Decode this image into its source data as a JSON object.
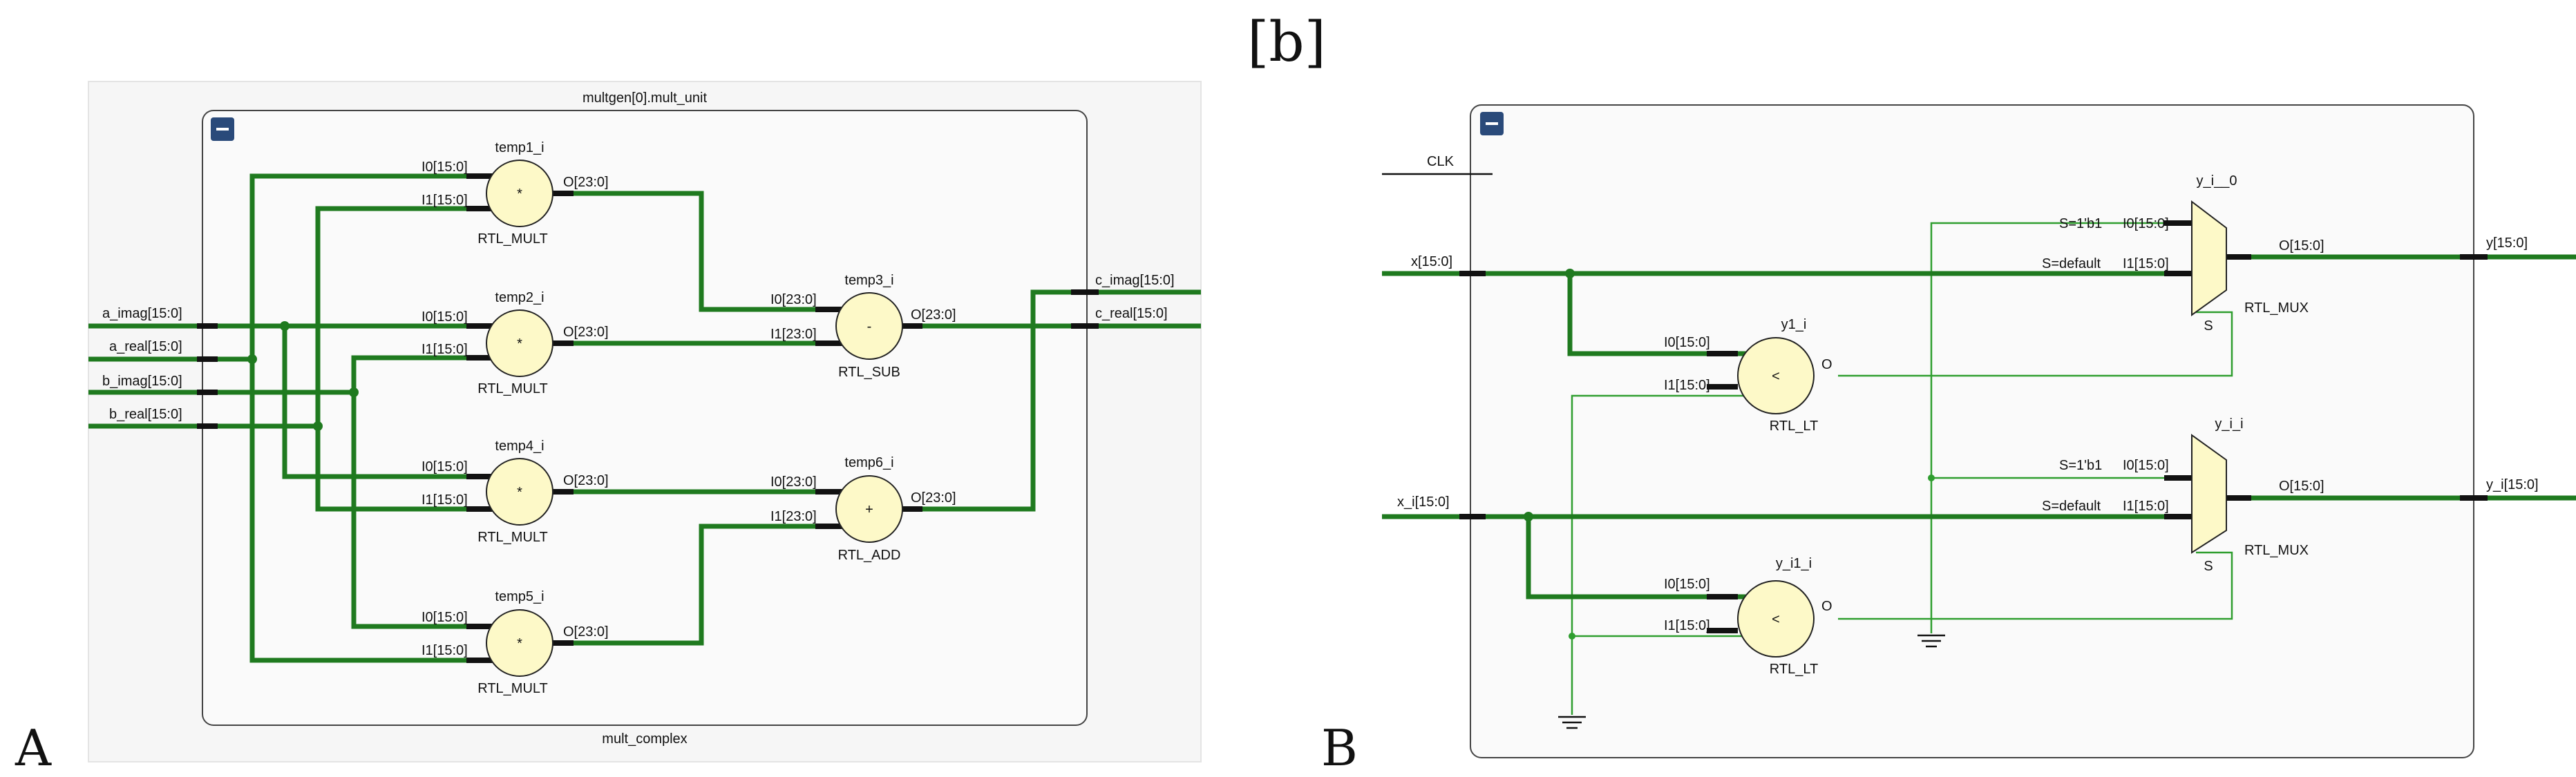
{
  "figure_title": "[b]",
  "panel_a": {
    "panel_label": "A",
    "outer_title": "multgen[0].mult_unit",
    "inner_title": "mult_complex",
    "collapse_icon": "minus-icon",
    "inputs": [
      "a_imag[15:0]",
      "a_real[15:0]",
      "b_imag[15:0]",
      "b_real[15:0]"
    ],
    "outputs": [
      "c_imag[15:0]",
      "c_real[15:0]"
    ],
    "mult_cells": [
      {
        "name": "temp1_i",
        "type": "RTL_MULT",
        "op": "*",
        "in0": "I0[15:0]",
        "in1": "I1[15:0]",
        "out": "O[23:0]"
      },
      {
        "name": "temp2_i",
        "type": "RTL_MULT",
        "op": "*",
        "in0": "I0[15:0]",
        "in1": "I1[15:0]",
        "out": "O[23:0]"
      },
      {
        "name": "temp4_i",
        "type": "RTL_MULT",
        "op": "*",
        "in0": "I0[15:0]",
        "in1": "I1[15:0]",
        "out": "O[23:0]"
      },
      {
        "name": "temp5_i",
        "type": "RTL_MULT",
        "op": "*",
        "in0": "I0[15:0]",
        "in1": "I1[15:0]",
        "out": "O[23:0]"
      }
    ],
    "sub_cell": {
      "name": "temp3_i",
      "type": "RTL_SUB",
      "op": "-",
      "in0": "I0[23:0]",
      "in1": "I1[23:0]",
      "out": "O[23:0]"
    },
    "add_cell": {
      "name": "temp6_i",
      "type": "RTL_ADD",
      "op": "+",
      "in0": "I0[23:0]",
      "in1": "I1[23:0]",
      "out": "O[23:0]"
    }
  },
  "panel_b": {
    "panel_label": "B",
    "collapse_icon": "minus-icon",
    "clk": "CLK",
    "inputs": [
      "x[15:0]",
      "x_i[15:0]"
    ],
    "outputs": [
      "y[15:0]",
      "y_i[15:0]"
    ],
    "lt_cells": [
      {
        "name": "y1_i",
        "type": "RTL_LT",
        "op": "<",
        "in0": "I0[15:0]",
        "in1": "I1[15:0]",
        "out": "O"
      },
      {
        "name": "y_i1_i",
        "type": "RTL_LT",
        "op": "<",
        "in0": "I0[15:0]",
        "in1": "I1[15:0]",
        "out": "O"
      }
    ],
    "mux_cells": [
      {
        "name": "y_i__0",
        "type": "RTL_MUX",
        "sel0": "S=1'b1",
        "sel1": "S=default",
        "in0": "I0[15:0]",
        "in1": "I1[15:0]",
        "out": "O[15:0]",
        "s": "S"
      },
      {
        "name": "y_i_i",
        "type": "RTL_MUX",
        "sel0": "S=1'b1",
        "sel1": "S=default",
        "in0": "I0[15:0]",
        "in1": "I1[15:0]",
        "out": "O[15:0]",
        "s": "S"
      }
    ]
  }
}
